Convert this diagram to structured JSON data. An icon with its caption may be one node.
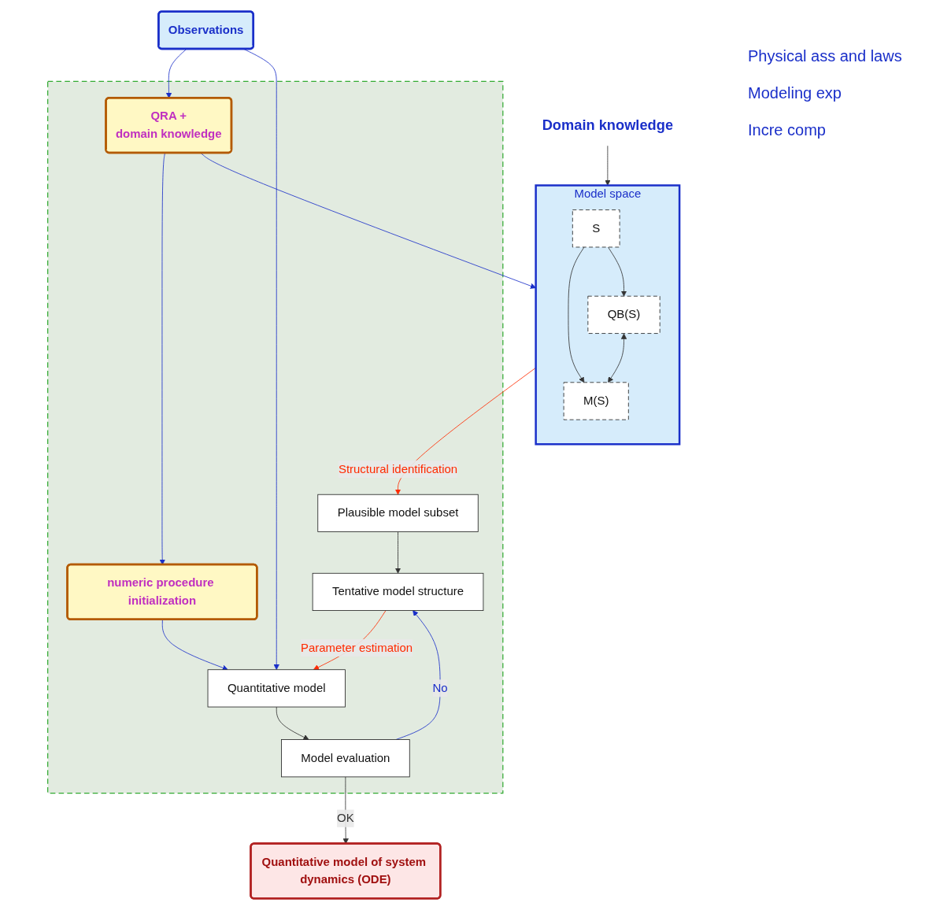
{
  "diagram": {
    "nodes": [
      {
        "text": [
          "Domain knowledge"
        ]
      },
      {
        "text": [
          "Model space"
        ]
      },
      {
        "text": [
          "S"
        ],
        "in": 1
      },
      {
        "text": [
          "QB(S)"
        ],
        "in": 1
      },
      {
        "text": [
          "M(S)"
        ],
        "in": 1
      },
      {
        "text": [],
        "shape": "box"
      },
      {
        "text": [
          "Plausible model subset"
        ],
        "in": 5
      },
      {
        "text": [
          "Tentative model structure"
        ],
        "in": 5
      },
      {
        "text": [
          "Observations"
        ]
      },
      {
        "text": [
          "QRA +",
          "domain knowledge"
        ],
        "in": 5
      },
      {
        "text": [
          "numeric procedure initialization"
        ],
        "in": 5
      },
      {
        "text": [
          "Quantitative model"
        ],
        "in": 5
      },
      {
        "text": [
          "Model evaluation"
        ],
        "in": 5
      },
      {
        "text": [
          "Quantitative model of system dynamics (ODE)"
        ]
      }
    ],
    "edges": [
      {
        "from": 0,
        "to": 1,
        "arrow": "to"
      },
      {
        "from": 2,
        "to": 3,
        "arrow": "to"
      },
      {
        "from": 2,
        "to": 4,
        "arrow": "to"
      },
      {
        "from": 3,
        "to": 4,
        "arrow": "both"
      },
      {
        "from": 1,
        "to": 6,
        "arrow": "to",
        "label": "Structural identification",
        "color": "#ff2a00"
      },
      {
        "from": 6,
        "to": 7,
        "arrow": "to"
      },
      {
        "from": 8,
        "to": 9,
        "arrow": "to",
        "color": "#1a2fc9"
      },
      {
        "from": 9,
        "to": 1,
        "arrow": "to",
        "color": "#1a2fc9"
      },
      {
        "from": 9,
        "to": 10,
        "arrow": "to",
        "color": "#1a2fc9"
      },
      {
        "from": 7,
        "to": 11,
        "arrow": "to",
        "label": "Parameter estimation",
        "color": "#ff2a00"
      },
      {
        "from": 10,
        "to": 11,
        "arrow": "to",
        "color": "#1a2fc9"
      },
      {
        "from": 8,
        "to": 11,
        "arrow": "to",
        "color": "#1a2fc9"
      },
      {
        "from": 11,
        "to": 12,
        "arrow": "to"
      },
      {
        "from": 12,
        "to": 7,
        "arrow": "to",
        "label": "No",
        "color": "#1a2fc9"
      },
      {
        "from": 12,
        "to": 13,
        "arrow": "to",
        "label": "OK"
      }
    ],
    "labels": [
      "Physical ass and laws",
      "Modeling exp",
      "Incre comp"
    ]
  }
}
